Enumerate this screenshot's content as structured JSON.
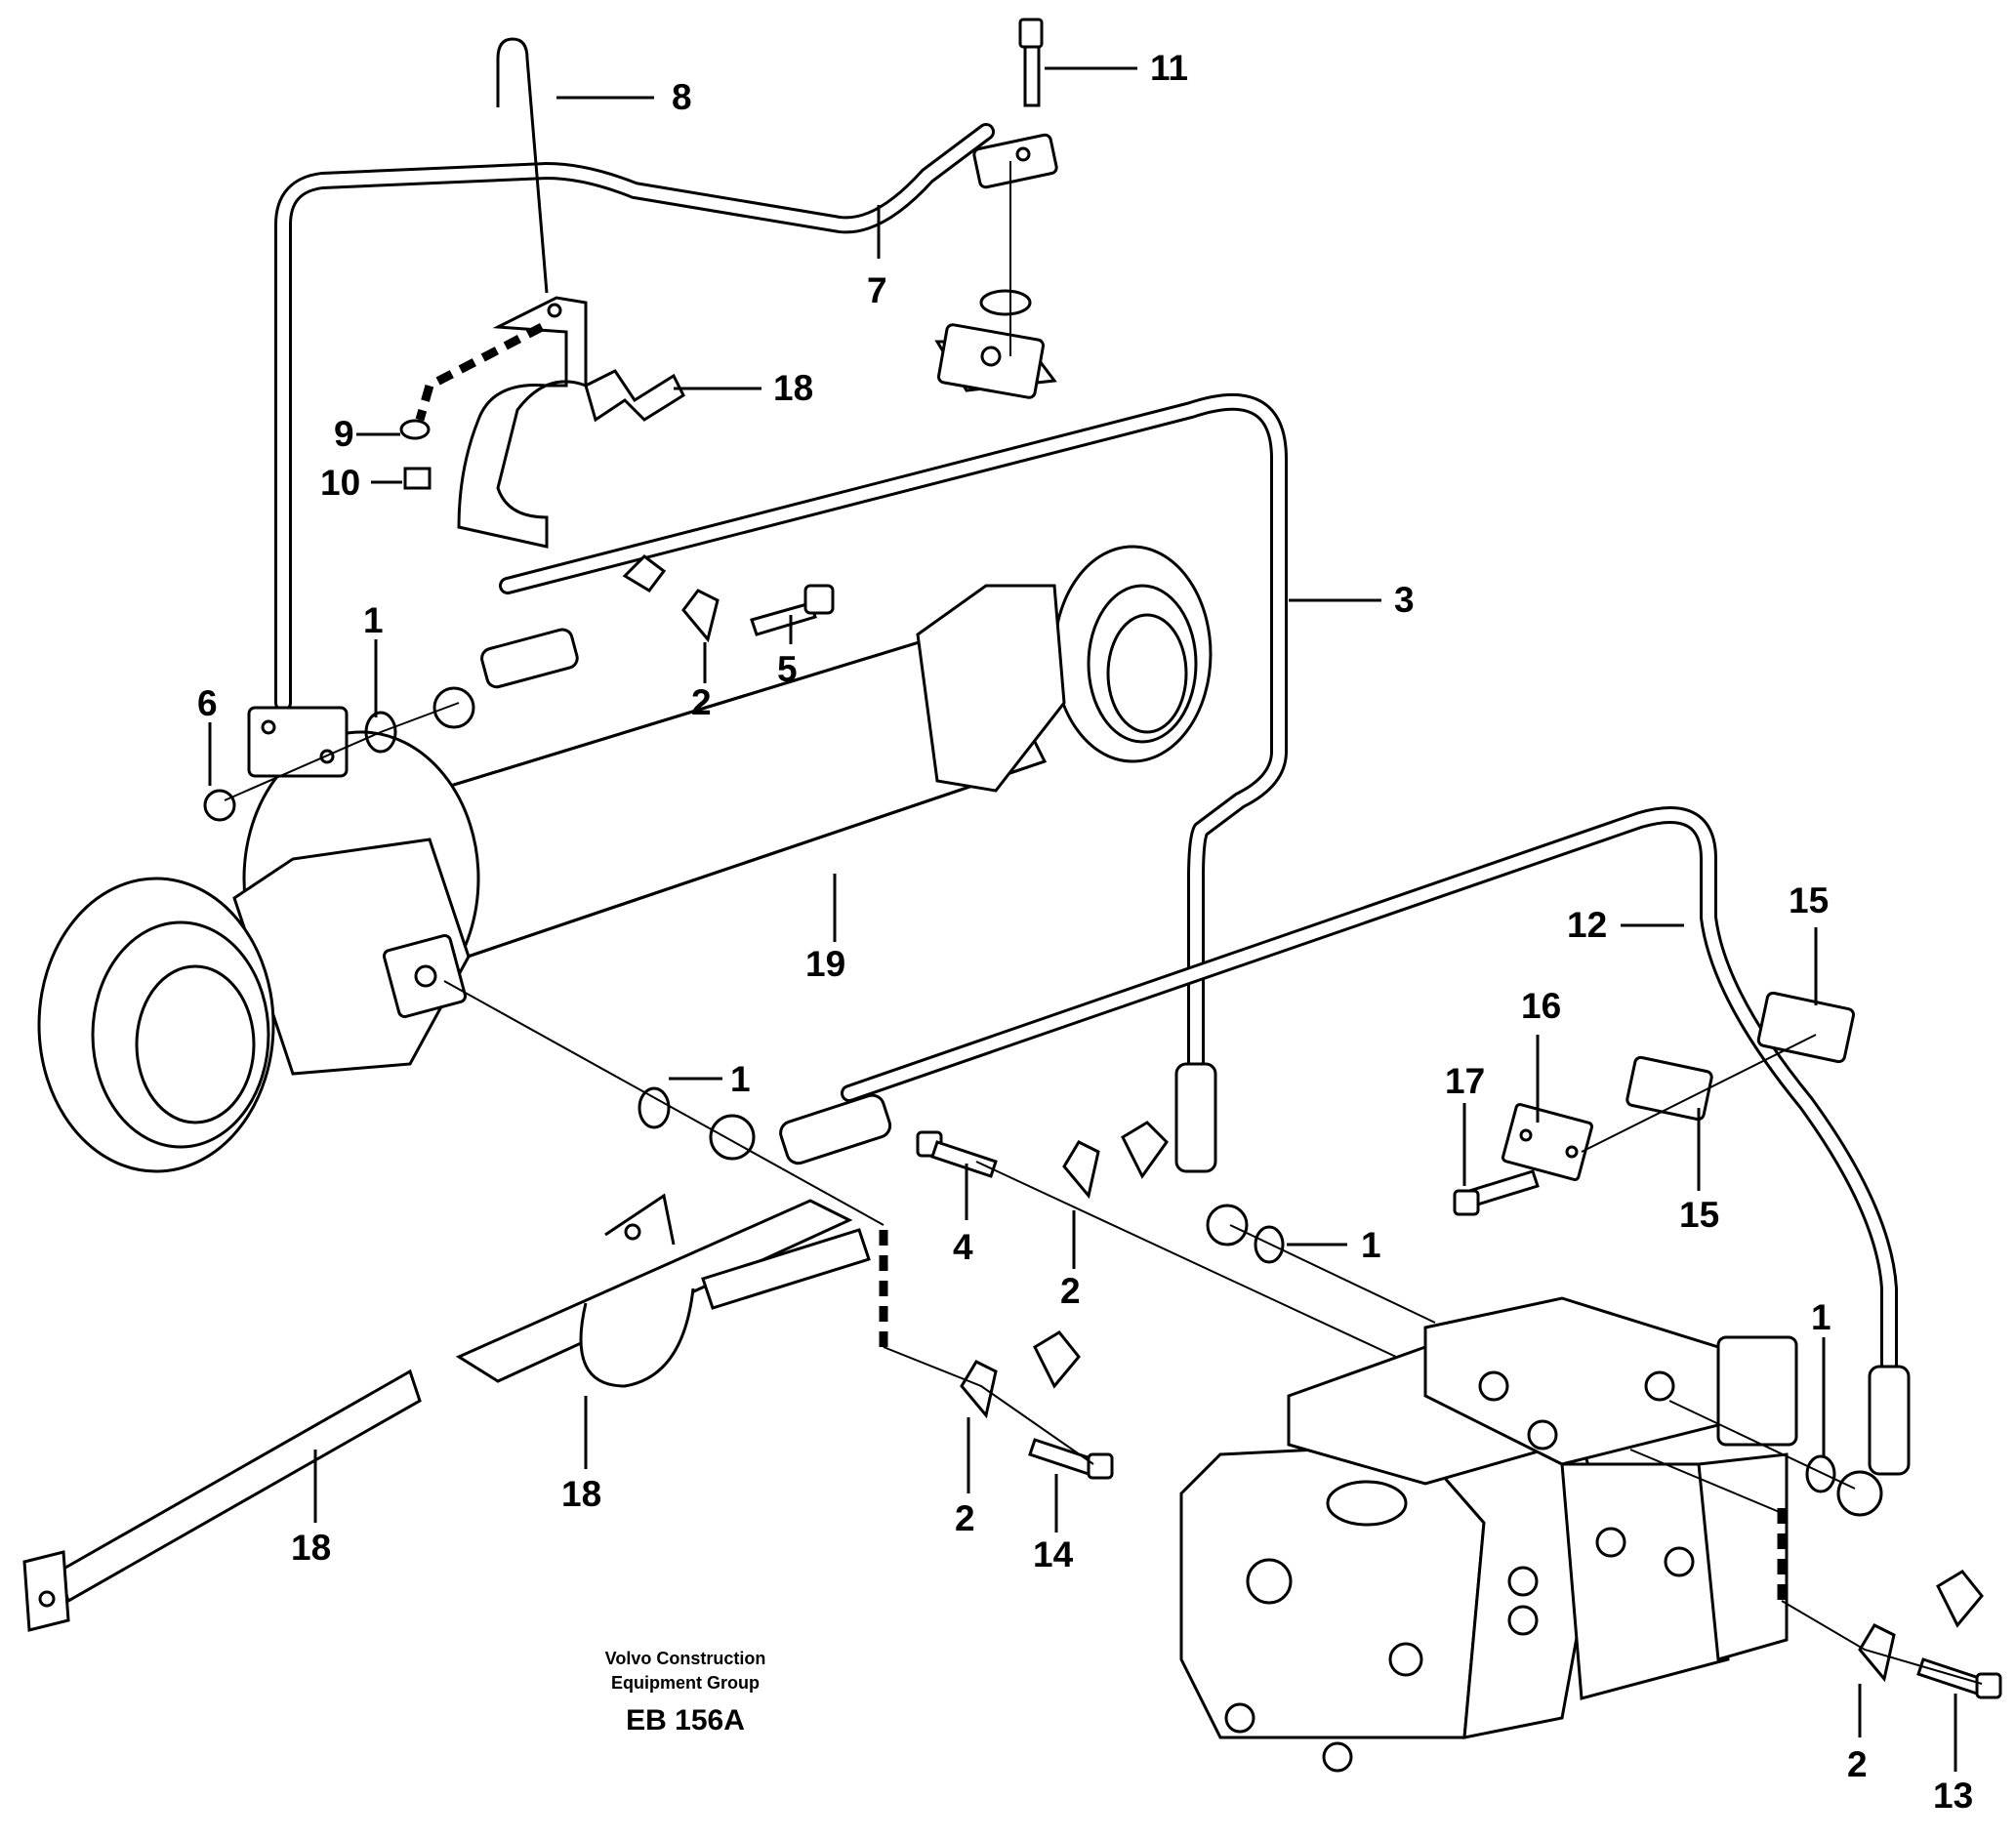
{
  "callouts": [
    {
      "label": "11"
    },
    {
      "label": "8"
    },
    {
      "label": "7"
    },
    {
      "label": "18"
    },
    {
      "label": "9"
    },
    {
      "label": "10"
    },
    {
      "label": "3"
    },
    {
      "label": "1"
    },
    {
      "label": "6"
    },
    {
      "label": "2"
    },
    {
      "label": "5"
    },
    {
      "label": "19"
    },
    {
      "label": "12"
    },
    {
      "label": "15"
    },
    {
      "label": "16"
    },
    {
      "label": "17"
    },
    {
      "label": "1"
    },
    {
      "label": "4"
    },
    {
      "label": "2"
    },
    {
      "label": "1"
    },
    {
      "label": "15"
    },
    {
      "label": "1"
    },
    {
      "label": "2"
    },
    {
      "label": "14"
    },
    {
      "label": "18"
    },
    {
      "label": "18"
    },
    {
      "label": "2"
    },
    {
      "label": "13"
    }
  ],
  "footer": {
    "company_line1": "Volvo Construction",
    "company_line2": "Equipment Group",
    "drawing_code": "EB 156A"
  }
}
